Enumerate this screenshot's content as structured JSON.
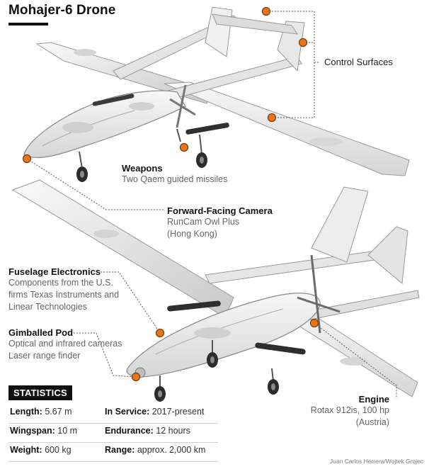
{
  "title": "Mohajer-6 Drone",
  "labels": {
    "control_surfaces": "Control Surfaces",
    "weapons": {
      "title": "Weapons",
      "body": "Two Qaem guided missiles"
    },
    "camera": {
      "title": "Forward-Facing Camera",
      "line1": "RunCam Owl Plus",
      "line2": "(Hong Kong)"
    },
    "electronics": {
      "title": "Fuselage Electronics",
      "line1": "Components from the U.S.",
      "line2": "firms Texas Instruments and",
      "line3": "Linear Technologies"
    },
    "gimbal": {
      "title": "Gimballed Pod",
      "line1": "Optical and infrared cameras",
      "line2": "Laser range finder"
    },
    "engine": {
      "title": "Engine",
      "line1": "Rotax 912is, 100 hp",
      "line2": "(Austria)"
    }
  },
  "statistics": {
    "header": "STATISTICS",
    "rows": [
      {
        "left_label": "Length:",
        "left_value": "5.67 m",
        "right_label": "In Service:",
        "right_value": "2017-present"
      },
      {
        "left_label": "Wingspan:",
        "left_value": "10 m",
        "right_label": "Endurance:",
        "right_value": "12 hours"
      },
      {
        "left_label": "Weight:",
        "left_value": "600 kg",
        "right_label": "Range:",
        "right_value": "approx. 2,000 km"
      }
    ]
  },
  "credit": "Juan Carlos Herrera/Wojtek Grojec",
  "colors": {
    "marker": "#e8751a",
    "aircraft": "#ececec",
    "shade": "#bdbdbd",
    "dark": "#333333"
  }
}
